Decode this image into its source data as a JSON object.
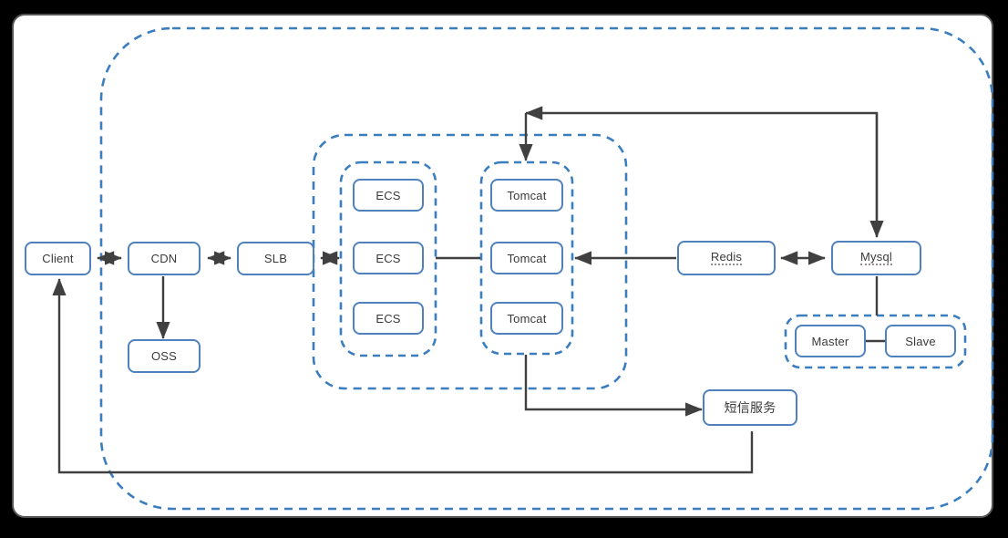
{
  "diagram": {
    "title": "Web Application Deployment Architecture",
    "background_color": "#000000",
    "card_color": "#ffffff",
    "node_border_color": "#4f81bd",
    "group_border_color": "#3a7ebf",
    "arrow_color": "#404040",
    "text_color": "#3a3a3a"
  },
  "nodes": {
    "client": {
      "label": "Client"
    },
    "cdn": {
      "label": "CDN"
    },
    "oss": {
      "label": "OSS"
    },
    "slb": {
      "label": "SLB"
    },
    "ecs1": {
      "label": "ECS"
    },
    "ecs2": {
      "label": "ECS"
    },
    "ecs3": {
      "label": "ECS"
    },
    "tomcat1": {
      "label": "Tomcat"
    },
    "tomcat2": {
      "label": "Tomcat"
    },
    "tomcat3": {
      "label": "Tomcat"
    },
    "redis": {
      "label": "Redis"
    },
    "mysql": {
      "label": "Mysql"
    },
    "master": {
      "label": "Master"
    },
    "slave": {
      "label": "Slave"
    },
    "sms": {
      "label": "短信服务"
    }
  },
  "groups": {
    "outer_boundary": {
      "name": "cloud-boundary",
      "style": "dashed"
    },
    "app_tier": {
      "name": "application-tier",
      "style": "dashed"
    },
    "ecs_cluster": {
      "name": "ecs-cluster",
      "style": "dashed"
    },
    "tomcat_cluster": {
      "name": "tomcat-cluster",
      "style": "dashed"
    },
    "db_replication": {
      "name": "mysql-replication",
      "style": "dashed"
    }
  },
  "connections": [
    {
      "from": "client",
      "to": "cdn",
      "type": "bidirectional"
    },
    {
      "from": "cdn",
      "to": "slb",
      "type": "bidirectional"
    },
    {
      "from": "cdn",
      "to": "oss",
      "type": "directed"
    },
    {
      "from": "slb",
      "to": "ecs_cluster",
      "type": "bidirectional"
    },
    {
      "from": "ecs2",
      "to": "tomcat2",
      "type": "plain"
    },
    {
      "from": "redis",
      "to": "tomcat2",
      "type": "directed"
    },
    {
      "from": "redis",
      "to": "mysql",
      "type": "bidirectional"
    },
    {
      "from": "mysql",
      "to": "tomcat_cluster",
      "type": "directed"
    },
    {
      "from": "mysql",
      "to": "db_replication",
      "type": "plain"
    },
    {
      "from": "master",
      "to": "slave",
      "type": "plain"
    },
    {
      "from": "tomcat_cluster",
      "to": "sms",
      "type": "directed"
    },
    {
      "from": "sms",
      "to": "client",
      "type": "directed"
    }
  ]
}
